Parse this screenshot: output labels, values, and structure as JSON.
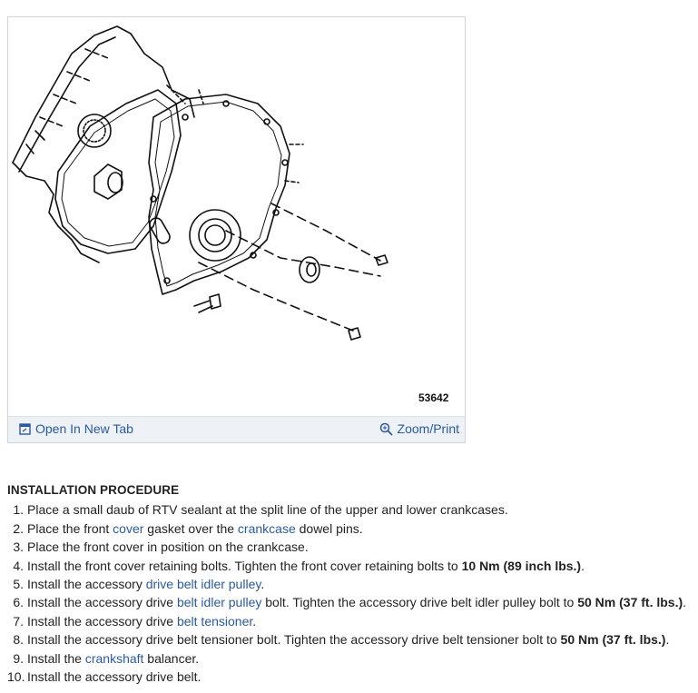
{
  "figure": {
    "number": "53642",
    "open_tab_label": "Open In New Tab",
    "zoom_label": "Zoom/Print",
    "open_tab_icon": "open-tab-icon",
    "zoom_icon": "magnifier-icon"
  },
  "procedure": {
    "title": "INSTALLATION PROCEDURE",
    "steps": [
      {
        "n": "1.",
        "parts": [
          {
            "t": "Place a small daub of RTV sealant at the split line of the upper and lower crankcases."
          }
        ]
      },
      {
        "n": "2.",
        "parts": [
          {
            "t": "Place the front "
          },
          {
            "t": "cover",
            "link": true
          },
          {
            "t": " gasket over the "
          },
          {
            "t": "crankcase",
            "link": true
          },
          {
            "t": " dowel pins."
          }
        ]
      },
      {
        "n": "3.",
        "parts": [
          {
            "t": "Place the front cover in position on the crankcase."
          }
        ]
      },
      {
        "n": "4.",
        "parts": [
          {
            "t": "Install the front cover retaining bolts. Tighten the front cover retaining bolts to "
          },
          {
            "t": "10 Nm (89 inch lbs.)",
            "bold": true
          },
          {
            "t": "."
          }
        ]
      },
      {
        "n": "5.",
        "parts": [
          {
            "t": "Install the accessory "
          },
          {
            "t": "drive belt idler pulley",
            "link": true
          },
          {
            "t": "."
          }
        ]
      },
      {
        "n": "6.",
        "parts": [
          {
            "t": "Install the accessory drive "
          },
          {
            "t": "belt idler pulley",
            "link": true
          },
          {
            "t": " bolt. Tighten the accessory drive belt idler pulley bolt to "
          },
          {
            "t": "50 Nm (37 ft. lbs.)",
            "bold": true
          },
          {
            "t": "."
          }
        ]
      },
      {
        "n": "7.",
        "parts": [
          {
            "t": "Install the accessory drive "
          },
          {
            "t": "belt tensioner",
            "link": true
          },
          {
            "t": "."
          }
        ]
      },
      {
        "n": "8.",
        "parts": [
          {
            "t": "Install the accessory drive belt tensioner bolt. Tighten the accessory drive belt tensioner bolt to "
          },
          {
            "t": "50 Nm (37 ft. lbs.)",
            "bold": true
          },
          {
            "t": "."
          }
        ]
      },
      {
        "n": "9.",
        "parts": [
          {
            "t": "Install the "
          },
          {
            "t": "crankshaft",
            "link": true
          },
          {
            "t": " balancer."
          }
        ]
      },
      {
        "n": "10.",
        "parts": [
          {
            "t": "Install the accessory drive belt."
          }
        ]
      }
    ]
  },
  "colors": {
    "link": "#2a5a9e",
    "footer_bg": "#eef1f6",
    "border": "#cfd4da"
  }
}
